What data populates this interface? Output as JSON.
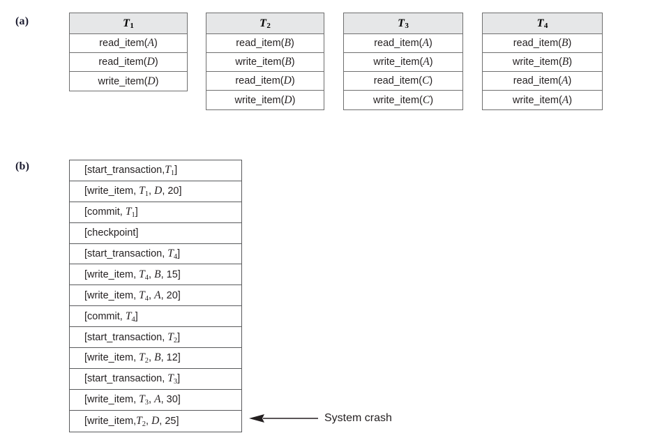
{
  "figure": {
    "part_a_label": "(a)",
    "part_b_label": "(b)"
  },
  "transactions": [
    {
      "name": "T",
      "subscript": "1",
      "operations": [
        {
          "op": "read_item(",
          "item": "A",
          "close": ")"
        },
        {
          "op": "read_item(",
          "item": "D",
          "close": ")"
        },
        {
          "op": "write_item(",
          "item": "D",
          "close": ")"
        }
      ]
    },
    {
      "name": "T",
      "subscript": "2",
      "operations": [
        {
          "op": "read_item(",
          "item": "B",
          "close": ")"
        },
        {
          "op": "write_item(",
          "item": "B",
          "close": ")"
        },
        {
          "op": "read_item(",
          "item": "D",
          "close": ")"
        },
        {
          "op": "write_item(",
          "item": "D",
          "close": ")"
        }
      ]
    },
    {
      "name": "T",
      "subscript": "3",
      "operations": [
        {
          "op": "read_item(",
          "item": "A",
          "close": ")"
        },
        {
          "op": "write_item(",
          "item": "A",
          "close": ")"
        },
        {
          "op": "read_item(",
          "item": "C",
          "close": ")"
        },
        {
          "op": "write_item(",
          "item": "C",
          "close": ")"
        }
      ]
    },
    {
      "name": "T",
      "subscript": "4",
      "operations": [
        {
          "op": "read_item(",
          "item": "B",
          "close": ")"
        },
        {
          "op": "write_item(",
          "item": "B",
          "close": ")"
        },
        {
          "op": "read_item(",
          "item": "A",
          "close": ")"
        },
        {
          "op": "write_item(",
          "item": "A",
          "close": ")"
        }
      ]
    }
  ],
  "log": {
    "entries": [
      {
        "prefix": "[start_transaction,",
        "txn": "T",
        "sub": "1",
        "suffix": "]"
      },
      {
        "prefix": "[write_item, ",
        "txn": "T",
        "sub": "1",
        "suffix": ", ",
        "item": "D",
        "tail": ", 20]"
      },
      {
        "prefix": "[commit, ",
        "txn": "T",
        "sub": "1",
        "suffix": "]"
      },
      {
        "prefix": "[checkpoint]",
        "txn": "",
        "sub": "",
        "suffix": ""
      },
      {
        "prefix": "[start_transaction, ",
        "txn": "T",
        "sub": "4",
        "suffix": "]"
      },
      {
        "prefix": "[write_item, ",
        "txn": "T",
        "sub": "4",
        "suffix": ", ",
        "item": "B",
        "tail": ", 15]"
      },
      {
        "prefix": "[write_item, ",
        "txn": "T",
        "sub": "4",
        "suffix": ", ",
        "item": "A",
        "tail": ", 20]"
      },
      {
        "prefix": "[commit, ",
        "txn": "T",
        "sub": "4",
        "suffix": "]"
      },
      {
        "prefix": "[start_transaction, ",
        "txn": "T",
        "sub": "2",
        "suffix": "]"
      },
      {
        "prefix": "[write_item, ",
        "txn": "T",
        "sub": "2",
        "suffix": ", ",
        "item": "B",
        "tail": ", 12]"
      },
      {
        "prefix": "[start_transaction, ",
        "txn": "T",
        "sub": "3",
        "suffix": "]"
      },
      {
        "prefix": "[write_item, ",
        "txn": "T",
        "sub": "3",
        "suffix": ", ",
        "item": "A",
        "tail": ", 30]"
      },
      {
        "prefix": "[write_item,",
        "txn": "T",
        "sub": "2",
        "suffix": ", ",
        "item": "D",
        "tail": ", 25]"
      }
    ]
  },
  "annotation": {
    "crash_label": "System crash",
    "arrow_icon": "left-arrow-icon"
  },
  "colors": {
    "header_fill": "#e6e7e8",
    "border": "#6e6e6e",
    "text": "#231f20",
    "background": "#ffffff"
  }
}
